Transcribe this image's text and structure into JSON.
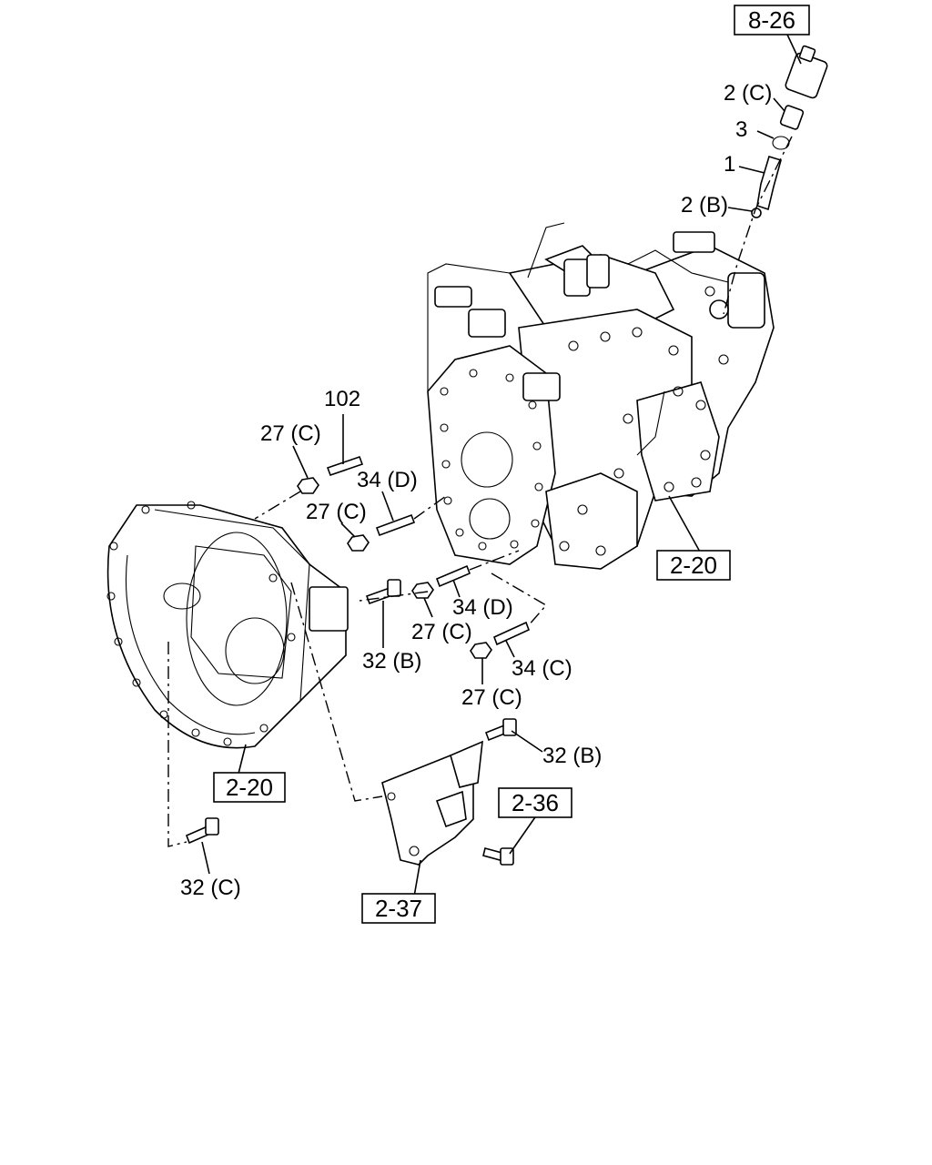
{
  "references": [
    {
      "id": "ref-8-26",
      "text": "8-26"
    },
    {
      "id": "ref-2-20-right",
      "text": "2-20"
    },
    {
      "id": "ref-2-20-left",
      "text": "2-20"
    },
    {
      "id": "ref-2-36",
      "text": "2-36"
    },
    {
      "id": "ref-2-37",
      "text": "2-37"
    }
  ],
  "callouts": [
    {
      "id": "c-2c-top",
      "text": "2 (C)"
    },
    {
      "id": "c-3",
      "text": "3"
    },
    {
      "id": "c-1",
      "text": "1"
    },
    {
      "id": "c-2b",
      "text": "2 (B)"
    },
    {
      "id": "c-102",
      "text": "102"
    },
    {
      "id": "c-27c-a",
      "text": "27 (C)"
    },
    {
      "id": "c-34d-a",
      "text": "34 (D)"
    },
    {
      "id": "c-27c-b",
      "text": "27 (C)"
    },
    {
      "id": "c-34d-b",
      "text": "34 (D)"
    },
    {
      "id": "c-27c-c",
      "text": "27 (C)"
    },
    {
      "id": "c-32b-a",
      "text": "32 (B)"
    },
    {
      "id": "c-34c",
      "text": "34 (C)"
    },
    {
      "id": "c-27c-d",
      "text": "27 (C)"
    },
    {
      "id": "c-32b-b",
      "text": "32 (B)"
    },
    {
      "id": "c-32c",
      "text": "32 (C)"
    }
  ]
}
